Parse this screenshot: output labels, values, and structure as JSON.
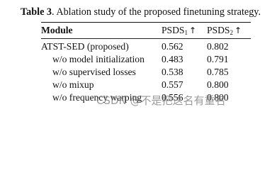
{
  "caption": {
    "label": "Table 3",
    "text": ". Ablation study of the proposed finetuning strategy."
  },
  "table": {
    "headers": {
      "module": "Module",
      "metric_a": "PSDS",
      "metric_a_sub": "1",
      "metric_b": "PSDS",
      "metric_b_sub": "2",
      "arrow": "↑"
    },
    "rows": [
      {
        "module": "ATST-SED (proposed)",
        "psds1": "0.562",
        "psds2": "0.802"
      },
      {
        "module": "w/o model initialization",
        "psds1": "0.483",
        "psds2": "0.791"
      },
      {
        "module": "w/o supervised losses",
        "psds1": "0.538",
        "psds2": "0.785"
      },
      {
        "module": "w/o mixup",
        "psds1": "0.557",
        "psds2": "0.800"
      },
      {
        "module": "w/o frequency warping",
        "psds1": "0.556",
        "psds2": "0.800"
      }
    ]
  },
  "watermark": "CSDN @不是把这名有重名"
}
